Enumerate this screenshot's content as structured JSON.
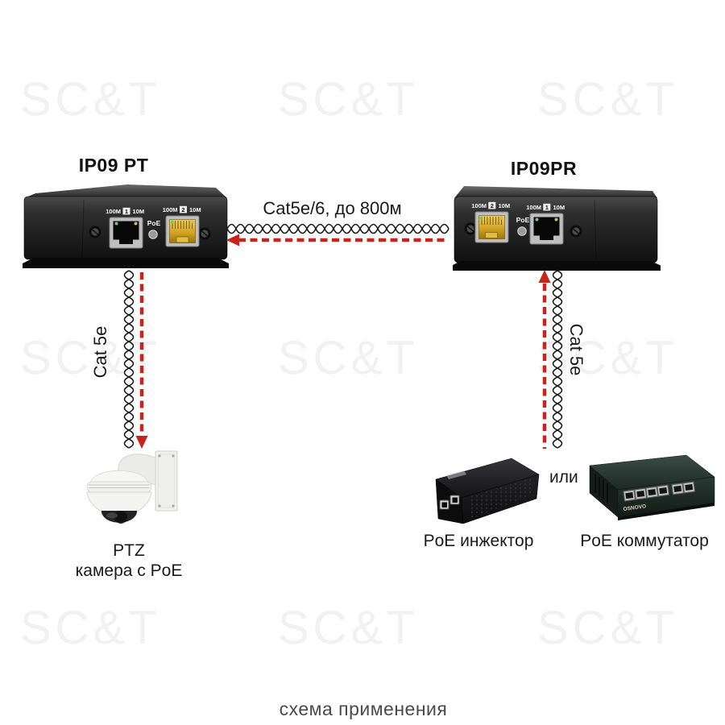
{
  "watermark": {
    "text": "SC&T",
    "color": "#f1f1f1"
  },
  "caption": "схема применения",
  "transmitter": {
    "title": "IP09 PT",
    "poe": "PoE",
    "ports": [
      {
        "pre": "100M",
        "num": "1",
        "post": "10M"
      },
      {
        "pre": "100M",
        "num": "2",
        "post": "10M"
      }
    ]
  },
  "receiver": {
    "title": "IP09PR",
    "poe": "PoE",
    "ports": [
      {
        "pre": "100M",
        "num": "2",
        "post": "10M"
      },
      {
        "pre": "100M",
        "num": "1",
        "post": "10M"
      }
    ]
  },
  "cables": {
    "horizontal_label": "Cat5e/6, до 800м",
    "left_label": "Cat 5e",
    "right_label": "Cat 5e"
  },
  "camera": {
    "line1": "PTZ",
    "line2": "камера с PoE"
  },
  "injector_label": "PoE инжектор",
  "or_word": "или",
  "switch": {
    "label": "PoE коммутатор",
    "brand": "OSNOVO"
  },
  "colors": {
    "arrow_red": "#c8231c",
    "device_black": "#1a1a1a",
    "port_yellow": "#cf9f1e",
    "watermark_gray": "#f1f1f1"
  }
}
